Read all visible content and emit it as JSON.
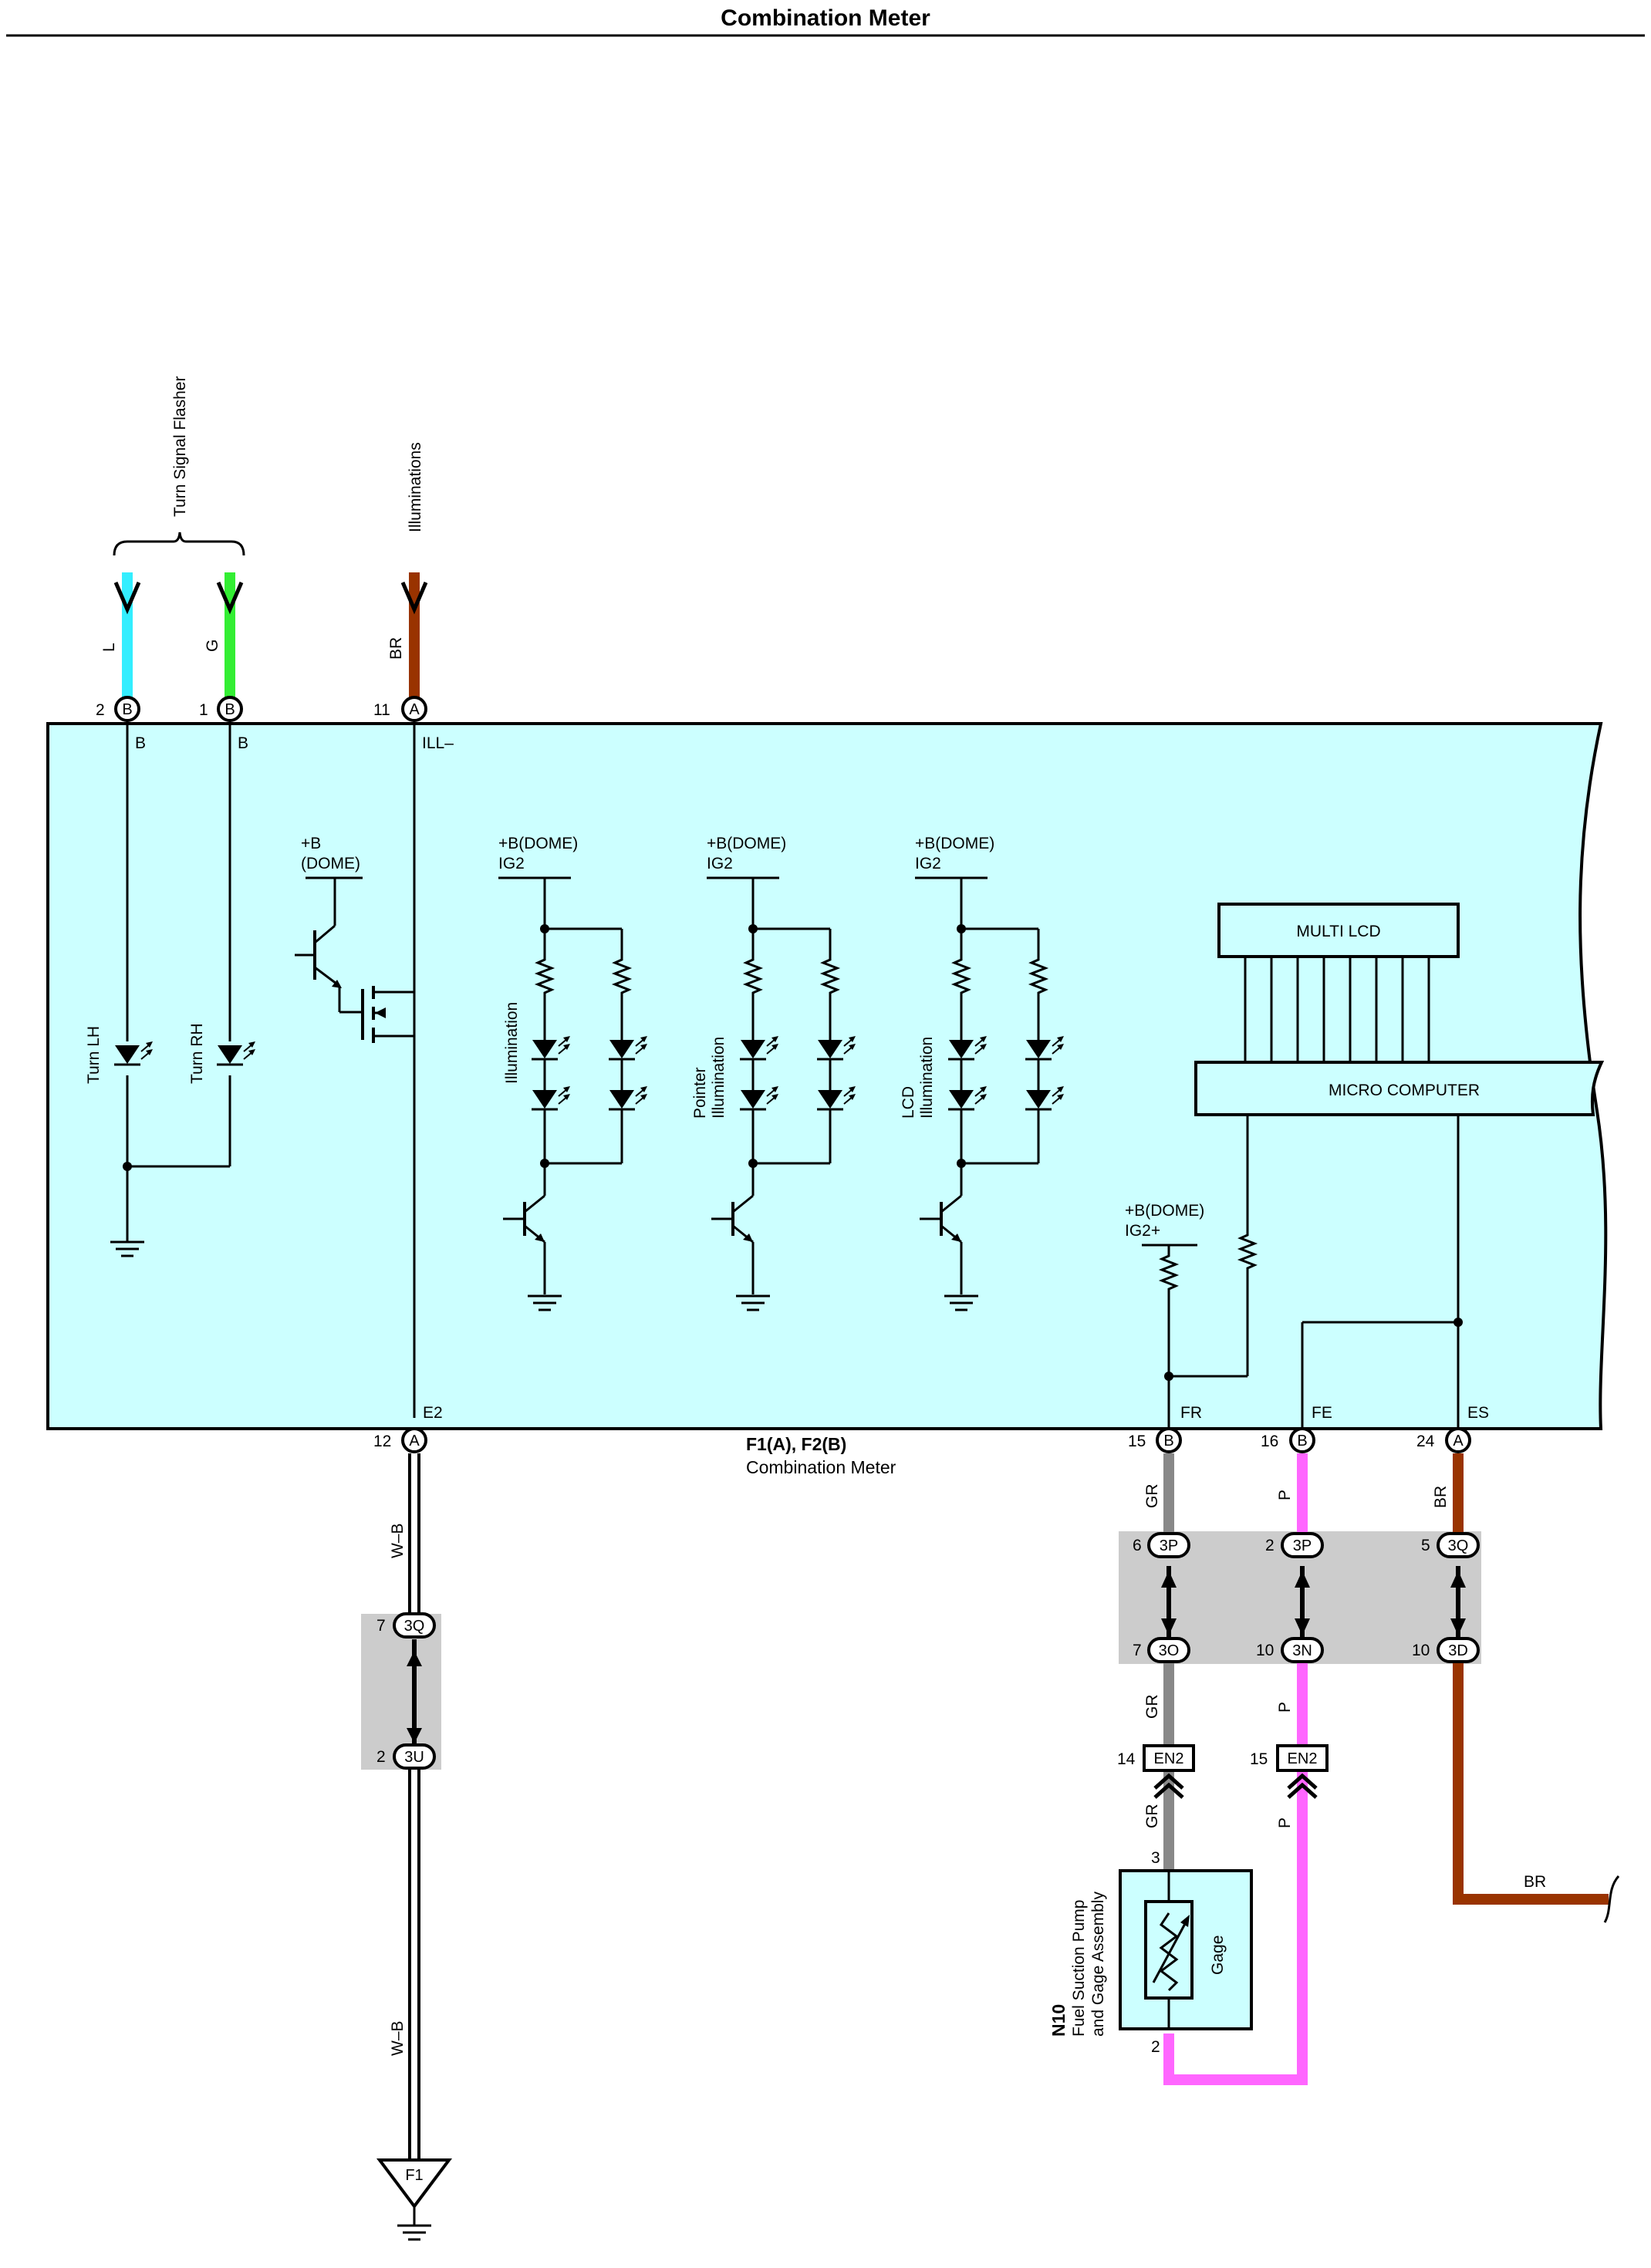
{
  "title": "Combination Meter",
  "meter": {
    "name_line1": "F1(A), F2(B)",
    "name_line2": "Combination Meter",
    "terminals": {
      "b2": "B",
      "b1": "B",
      "ill": "ILL–",
      "e2": "E2",
      "fr": "FR",
      "fe": "FE",
      "es": "ES"
    },
    "labels": {
      "turn_lh": "Turn LH",
      "turn_rh": "Turn RH",
      "dome": "+B",
      "dome2": "(DOME)",
      "illum": "Illumination",
      "pointer1": "Pointer",
      "pointer2": "Illumination",
      "lcd1": "LCD",
      "lcd2": "Illumination",
      "bdome": "+B(DOME)",
      "ig2": "IG2",
      "ig2plus": "IG2+",
      "multi_lcd": "MULTI LCD",
      "micro": "MICRO COMPUTER"
    }
  },
  "top": {
    "turn_flasher": "Turn Signal Flasher",
    "illuminations": "Illuminations",
    "wire_l": "L",
    "wire_g": "G",
    "wire_br": "BR",
    "pin_2": "2",
    "pin_1": "1",
    "pin_11": "11",
    "conn_b": "B",
    "conn_a": "A"
  },
  "bottom": {
    "pin_12": "12",
    "pin_15": "15",
    "pin_16": "16",
    "pin_24": "24",
    "conn_a": "A",
    "conn_b": "B",
    "wire_wb": "W–B",
    "wire_gr": "GR",
    "wire_p": "P",
    "wire_br": "BR",
    "j_3q": "3Q",
    "j_3u": "3U",
    "j_3p": "3P",
    "j_3o": "3O",
    "j_3n": "3N",
    "j_3d": "3D",
    "pin_7": "7",
    "pin_2": "2",
    "pin_6": "6",
    "pin_5": "5",
    "pin_10": "10",
    "en2": "EN2",
    "pin_14": "14",
    "pin_15b": "15",
    "pin_3": "3",
    "gage": "Gage",
    "n10": "N10",
    "n10_line1": "Fuel Suction Pump",
    "n10_line2": "and Gage Assembly",
    "ground_f1": "F1"
  },
  "colors": {
    "meter_fill": "#ccffff",
    "wire_l": "#33eeff",
    "wire_g": "#33ee33",
    "wire_br": "#993300",
    "wire_gr": "#888888",
    "wire_p": "#ff66ff",
    "junction_fill": "#cccccc"
  }
}
